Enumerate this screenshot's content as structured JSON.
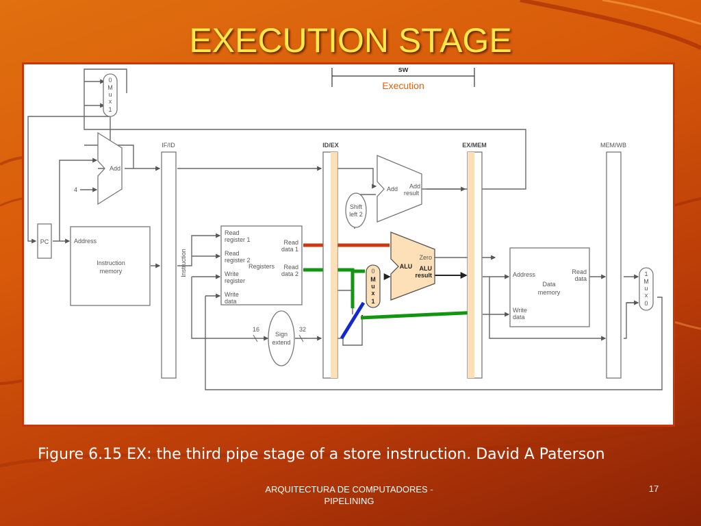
{
  "slide": {
    "title": "EXECUTION STAGE",
    "caption": "Figure 6.15 EX: the third pipe stage of a store instruction. David A Paterson",
    "footer_line1": "ARQUITECTURA DE COMPUTADORES -",
    "footer_line2": "PIPELINING",
    "page_number": "17"
  },
  "diagram": {
    "instruction": "sw",
    "stage": "Execution",
    "pipeline_registers": [
      "IF/ID",
      "ID/EX",
      "EX/MEM",
      "MEM/WB"
    ],
    "mux_top": [
      "0",
      "M",
      "u",
      "x",
      "1"
    ],
    "mux_alu": [
      "0",
      "M",
      "u",
      "x",
      "1"
    ],
    "mux_wb": [
      "1",
      "M",
      "u",
      "x",
      "0"
    ],
    "pc": "PC",
    "const_four": "4",
    "add1": "Add",
    "add2": "Add",
    "add_result": [
      "Add",
      "result"
    ],
    "shift": [
      "Shift",
      "left 2"
    ],
    "instr_mem": {
      "address": "Address",
      "title": [
        "Instruction",
        "memory"
      ],
      "out": "Instruction"
    },
    "registers": {
      "read_reg1": [
        "Read",
        "register 1"
      ],
      "read_reg2": [
        "Read",
        "register 2"
      ],
      "write_reg": [
        "Write",
        "register"
      ],
      "write_data": [
        "Write",
        "data"
      ],
      "title": "Registers",
      "read_data1": [
        "Read",
        "data 1"
      ],
      "read_data2": [
        "Read",
        "data 2"
      ]
    },
    "sign_extend": [
      "Sign",
      "extend"
    ],
    "bits_in": "16",
    "bits_out": "32",
    "alu": {
      "label": "ALU",
      "zero": "Zero",
      "result": [
        "ALU",
        "result"
      ]
    },
    "data_mem": {
      "address": "Address",
      "title": [
        "Data",
        "memory"
      ],
      "read_data": [
        "Read",
        "data"
      ],
      "write_data": [
        "Write",
        "data"
      ]
    },
    "highlight_colors": {
      "reg_data1": "#c83a10",
      "reg_data2": "#129612",
      "imm_path": "#1428d0",
      "active_fill": "#fde0b8"
    }
  }
}
